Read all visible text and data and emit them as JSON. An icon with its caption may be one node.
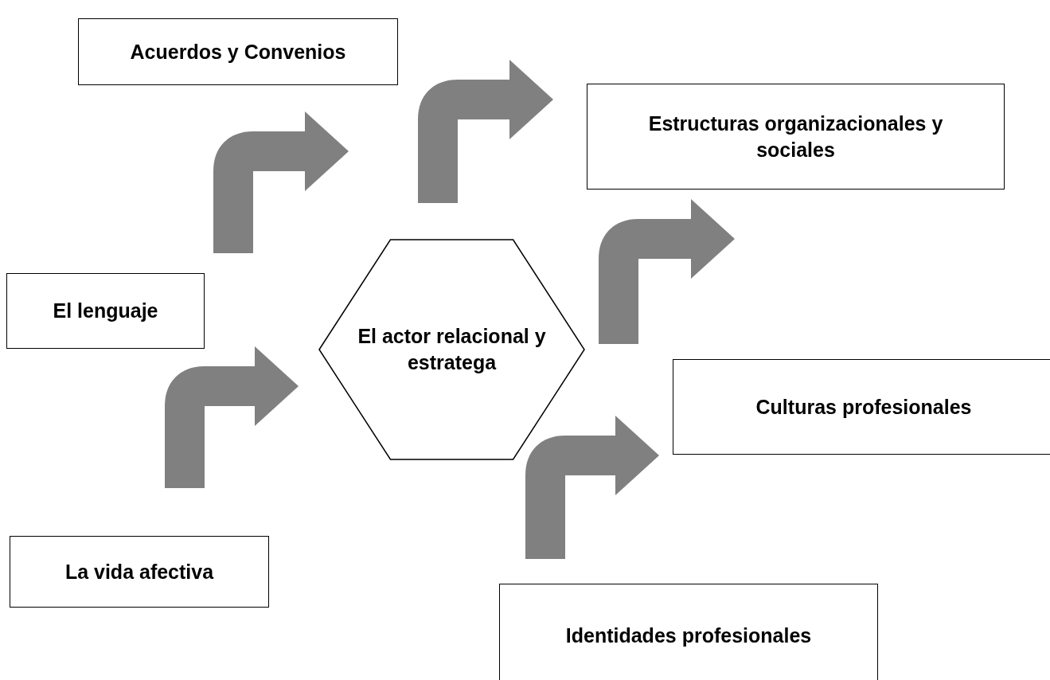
{
  "diagram": {
    "nodes": [
      {
        "text": [
          "Acuerdos y Convenios"
        ]
      },
      {
        "text": [
          "Estructuras organizacionales y sociales"
        ]
      },
      {
        "text": [
          "El lenguaje"
        ]
      },
      {
        "text": [
          "El actor relacional y estratega"
        ]
      },
      {
        "text": [
          "Culturas profesionales"
        ]
      },
      {
        "text": [
          "La vida afectiva"
        ]
      },
      {
        "text": [
          "Identidades profesionales"
        ]
      }
    ]
  }
}
